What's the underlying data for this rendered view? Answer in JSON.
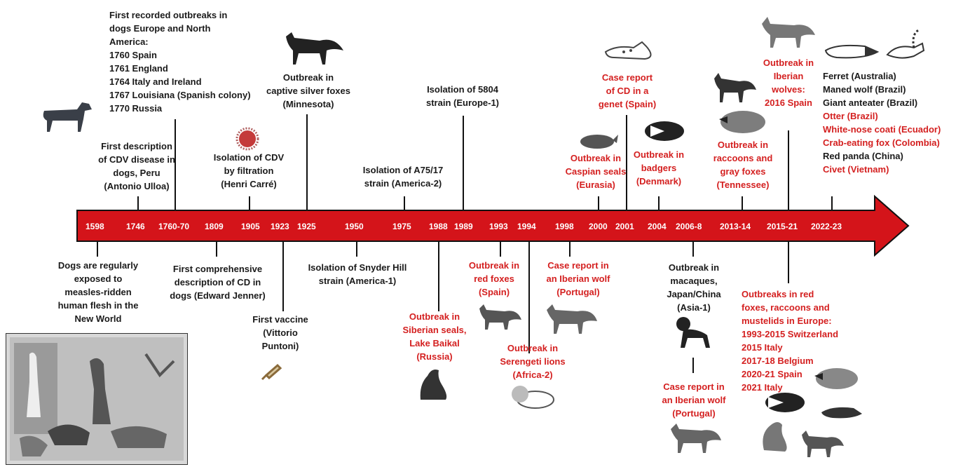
{
  "colors": {
    "arrow_fill": "#d4141a",
    "arrow_stroke": "#111111",
    "red_text": "#d42020",
    "black_text": "#1a1a1a",
    "year_text": "#ffffff"
  },
  "years": [
    "1598",
    "1746",
    "1760-70",
    "1809",
    "1905",
    "1923",
    "1925",
    "1950",
    "1975",
    "1988",
    "1989",
    "1993",
    "1994",
    "1998",
    "2000",
    "2001",
    "2004",
    "2006-8",
    "2013-14",
    "2015-21",
    "2022-23"
  ],
  "events": {
    "e1760": [
      "First recorded outbreaks in",
      "dogs  Europe and North",
      "America:",
      "1760 Spain",
      "1761 England",
      "1764 Italy and Ireland",
      "1767 Louisiana (Spanish colony)",
      "1770 Russia"
    ],
    "e1746": [
      "First description",
      "of CDV disease in",
      "dogs, Peru",
      "(Antonio Ulloa)"
    ],
    "e1905": [
      "Isolation of CDV",
      "by filtration",
      "(Henri Carré)"
    ],
    "e1925": [
      "Outbreak in",
      "captive silver foxes",
      "(Minnesota)"
    ],
    "e1975": [
      "Isolation of A75/17",
      "strain (America-2)"
    ],
    "e1989": [
      "Isolation of 5804",
      "strain (Europe-1)"
    ],
    "e2000": [
      "Outbreak in",
      "Caspian seals",
      "(Eurasia)"
    ],
    "e2001": [
      "Case report",
      "of CD in a",
      "genet (Spain)"
    ],
    "e2004": [
      "Outbreak in",
      "badgers",
      "(Denmark)"
    ],
    "e2013": [
      "Outbreak in",
      "raccoons and",
      "gray foxes",
      "(Tennessee)"
    ],
    "e2015top": [
      "Outbreak in",
      "Iberian",
      "wolves:",
      "2016 Spain"
    ],
    "e2022": [
      {
        "text": "Ferret (Australia)",
        "red": false
      },
      {
        "text": "Maned wolf (Brazil)",
        "red": false
      },
      {
        "text": "Giant anteater (Brazil)",
        "red": false
      },
      {
        "text": "Otter (Brazil)",
        "red": true
      },
      {
        "text": "White-nose coati (Ecuador)",
        "red": true
      },
      {
        "text": "Crab-eating fox (Colombia)",
        "red": true
      },
      {
        "text": "Red panda (China)",
        "red": false
      },
      {
        "text": "Civet (Vietnam)",
        "red": true
      }
    ],
    "e1598": [
      "Dogs are regularly",
      "exposed to",
      "measles-ridden",
      "human flesh in the",
      "New World"
    ],
    "e1809": [
      "First comprehensive",
      "description of CD in",
      "dogs (Edward Jenner)"
    ],
    "e1923": [
      "First vaccine",
      "(Vittorio",
      "Puntoni)"
    ],
    "e1950": [
      "Isolation of Snyder Hill",
      "strain (America-1)"
    ],
    "e1988": [
      "Outbreak in",
      "Siberian seals,",
      "Lake Baikal",
      "(Russia)"
    ],
    "e1993": [
      "Outbreak in",
      "red foxes",
      "(Spain)"
    ],
    "e1994": [
      "Outbreak in",
      "Serengeti lions",
      "(Africa-2)"
    ],
    "e1998": [
      "Case report in",
      "an Iberian wolf",
      "(Portugal)"
    ],
    "e2006": [
      "Outbreak in",
      "macaques,",
      "Japan/China",
      "(Asia-1)"
    ],
    "e2006b": [
      "Case report in",
      "an Iberian wolf",
      "(Portugal)"
    ],
    "e2015bot": [
      "Outbreaks in red",
      "foxes, raccoons and",
      "mustelids in Europe:",
      "1993-2015 Switzerland",
      "2015 Italy",
      "2017-18 Belgium",
      "2020-21 Spain",
      "2021 Italy"
    ]
  }
}
